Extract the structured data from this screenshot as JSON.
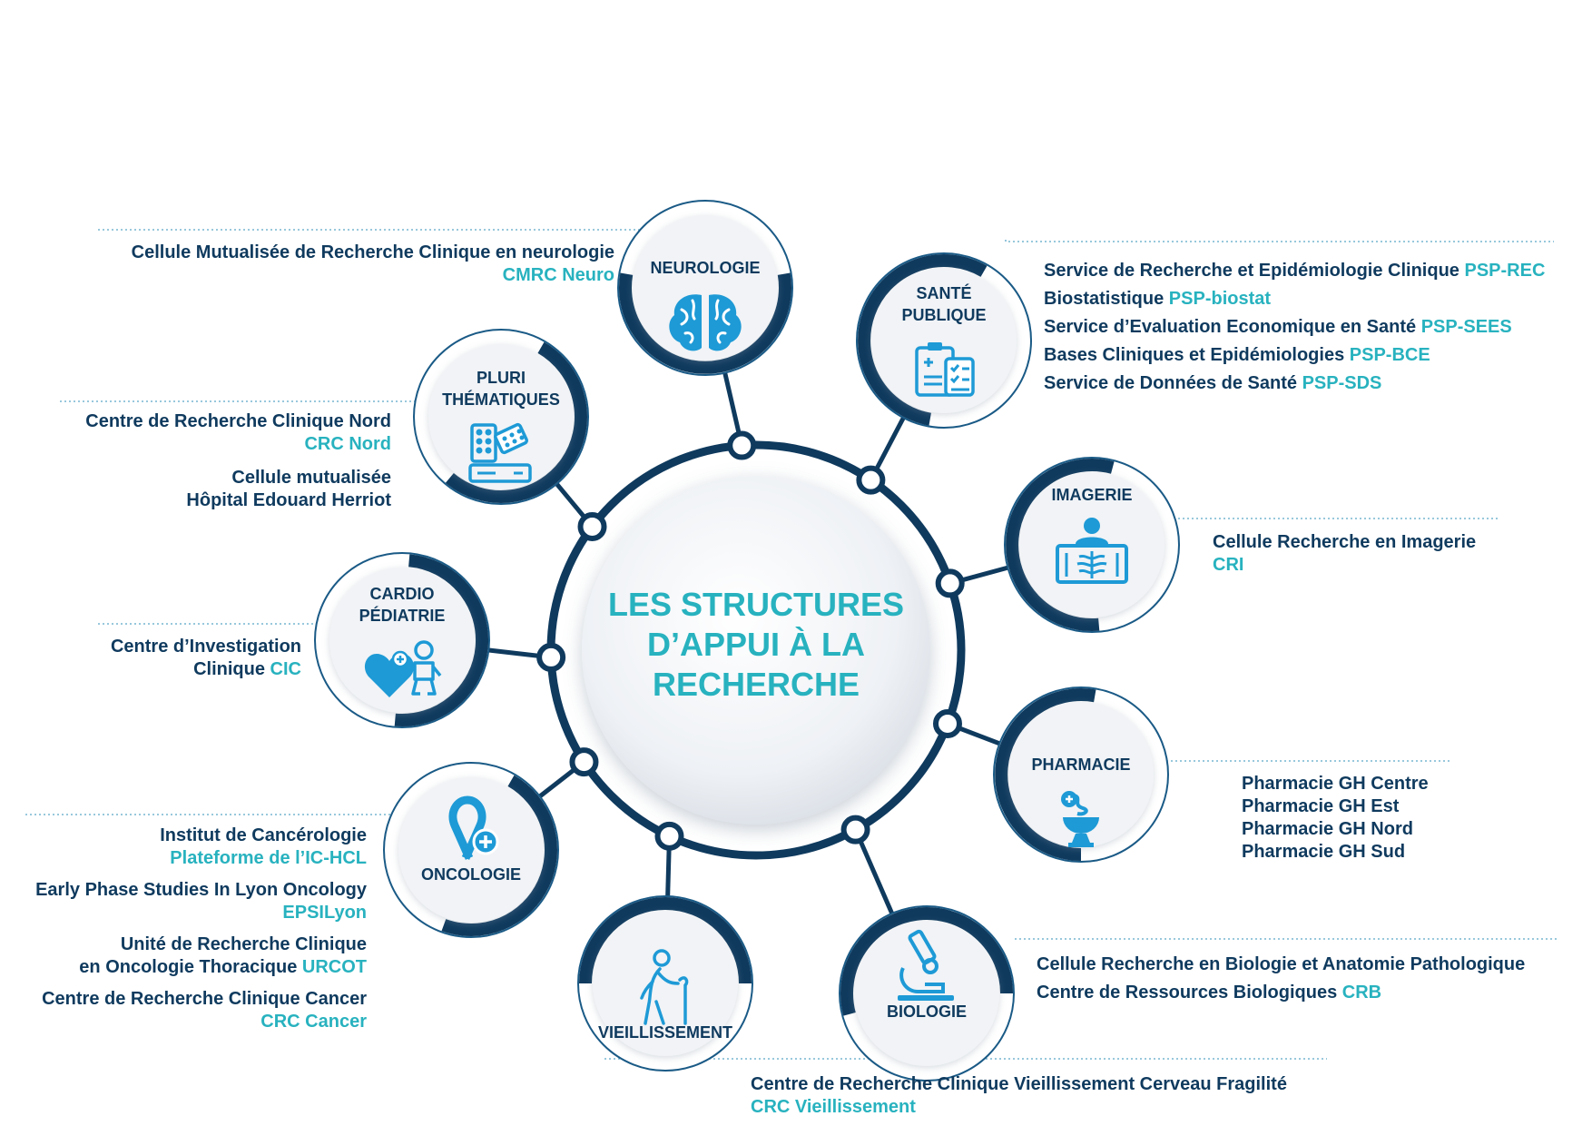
{
  "center": {
    "lines": [
      "LES STRUCTURES",
      "D’APPUI À LA",
      "RECHERCHE"
    ]
  },
  "colors": {
    "navy": "#0f3a5e",
    "accent": "#28b2bf",
    "icon": "#1e9ad6",
    "circle": "#f1f3f6"
  },
  "nodes": [
    {
      "id": "neurologie",
      "title": [
        "NEUROLOGIE"
      ],
      "icon": "brain-icon"
    },
    {
      "id": "sante",
      "title": [
        "SANTÉ",
        "PUBLIQUE"
      ],
      "icon": "clipboard-icon"
    },
    {
      "id": "imagerie",
      "title": [
        "IMAGERIE"
      ],
      "icon": "xray-icon"
    },
    {
      "id": "pharmacie",
      "title": [
        "PHARMACIE"
      ],
      "icon": "pharmacy-icon"
    },
    {
      "id": "biologie",
      "title": [
        "BIOLOGIE"
      ],
      "icon": "microscope-icon"
    },
    {
      "id": "vieillissement",
      "title": [
        "VIEILLISSEMENT"
      ],
      "icon": "elderly-icon"
    },
    {
      "id": "oncologie",
      "title": [
        "ONCOLOGIE"
      ],
      "icon": "ribbon-icon"
    },
    {
      "id": "cardio",
      "title": [
        "CARDIO",
        "PÉDIATRIE"
      ],
      "icon": "heart-baby-icon"
    },
    {
      "id": "pluri",
      "title": [
        "PLURI",
        "THÉMATIQUES"
      ],
      "icon": "pills-icon"
    }
  ],
  "labels": {
    "neurologie": {
      "l1": "Cellule Mutualisée de Recherche Clinique en neurologie",
      "l2": "CMRC Neuro"
    },
    "sante": {
      "items": [
        {
          "t": "Service de Recherche et Epidémiologie Clinique ",
          "a": "PSP-REC"
        },
        {
          "t": "Biostatistique ",
          "a": "PSP-biostat"
        },
        {
          "t": "Service d’Evaluation Economique en Santé ",
          "a": "PSP-SEES"
        },
        {
          "t": "Bases Cliniques et Epidémiologies ",
          "a": "PSP-BCE"
        },
        {
          "t": "Service de Données de Santé ",
          "a": "PSP-SDS"
        }
      ]
    },
    "imagerie": {
      "l1": "Cellule Recherche en Imagerie",
      "l2": "CRI"
    },
    "pharmacie": {
      "l1": "Pharmacie GH Centre",
      "l2": "Pharmacie GH Est",
      "l3": "Pharmacie GH Nord",
      "l4": "Pharmacie GH Sud"
    },
    "biologie": {
      "l1": "Cellule Recherche en Biologie et Anatomie Pathologique",
      "l2": "Centre de Ressources Biologiques ",
      "l2a": "CRB"
    },
    "vieillissement": {
      "l1": "Centre de Recherche Clinique Vieillissement Cerveau Fragilité",
      "l2": "CRC Vieillissement"
    },
    "oncologie": {
      "a1": "Institut de Cancérologie",
      "a2": "Plateforme de l’IC-HCL",
      "b1": "Early Phase Studies In Lyon Oncology",
      "b2": "EPSILyon",
      "c1": "Unité de Recherche Clinique",
      "c2": "en Oncologie Thoracique ",
      "c2a": "URCOT",
      "d1": "Centre de Recherche Clinique Cancer",
      "d2": "CRC Cancer"
    },
    "cardio": {
      "l1": "Centre d’Investigation",
      "l2": "Clinique ",
      "l2a": "CIC"
    },
    "pluri": {
      "a1": "Centre de Recherche Clinique Nord",
      "a2": "CRC Nord",
      "b1": "Cellule mutualisée",
      "b2": "Hôpital Edouard Herriot"
    }
  }
}
